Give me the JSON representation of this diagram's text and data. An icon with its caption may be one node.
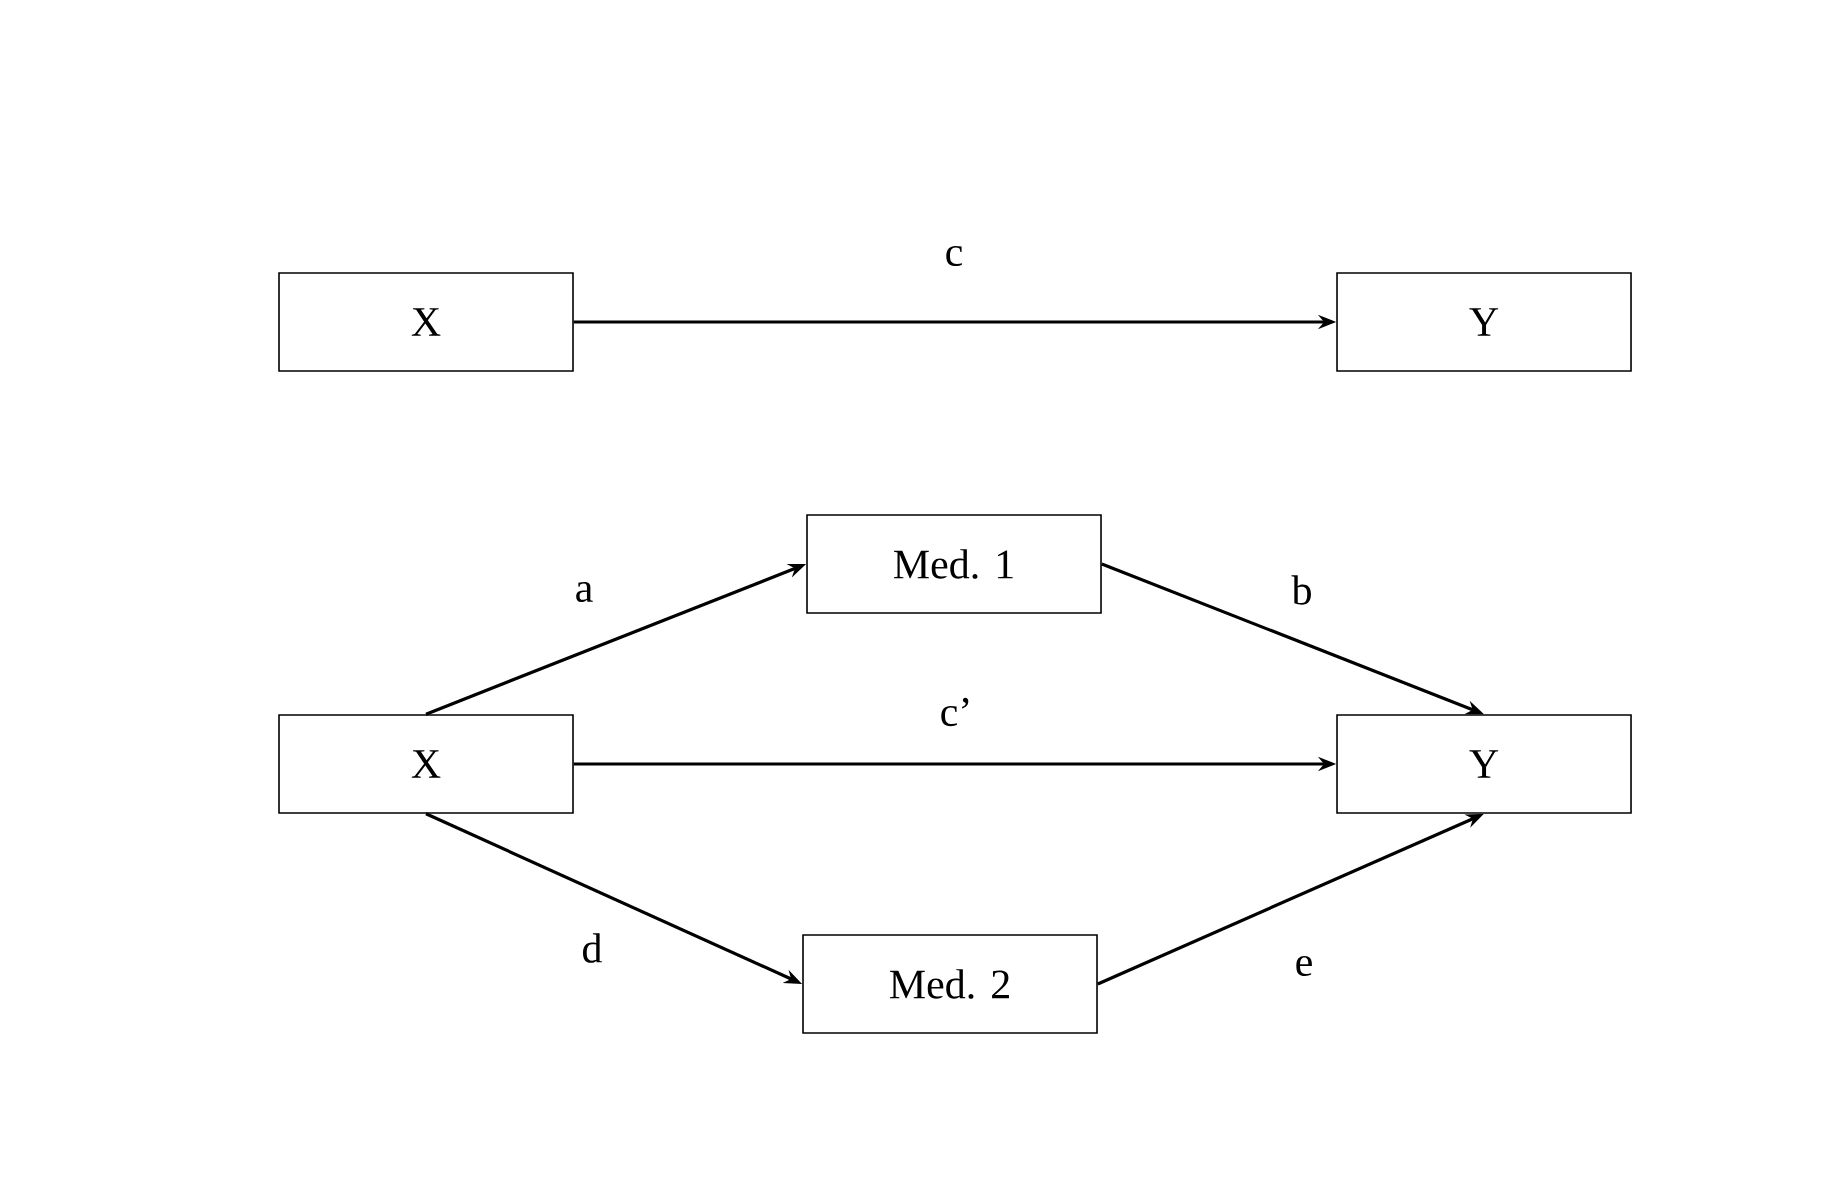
{
  "diagram": {
    "nodes": [
      {
        "text": [
          "X"
        ]
      },
      {
        "text": [
          "Y"
        ]
      },
      {
        "text": [
          "Med. 1"
        ]
      },
      {
        "text": [
          "X"
        ]
      },
      {
        "text": [
          "Y"
        ]
      },
      {
        "text": [
          "Med. 2"
        ]
      }
    ],
    "edges": [
      {
        "from": 0,
        "to": 1,
        "arrow": "to",
        "label": "c"
      },
      {
        "from": 3,
        "to": 2,
        "arrow": "to",
        "label": "a"
      },
      {
        "from": 2,
        "to": 4,
        "arrow": "to",
        "label": "b"
      },
      {
        "from": 3,
        "to": 4,
        "arrow": "to",
        "label": "c’"
      },
      {
        "from": 3,
        "to": 5,
        "arrow": "to",
        "label": "d"
      },
      {
        "from": 5,
        "to": 4,
        "arrow": "to",
        "label": "e"
      }
    ]
  }
}
